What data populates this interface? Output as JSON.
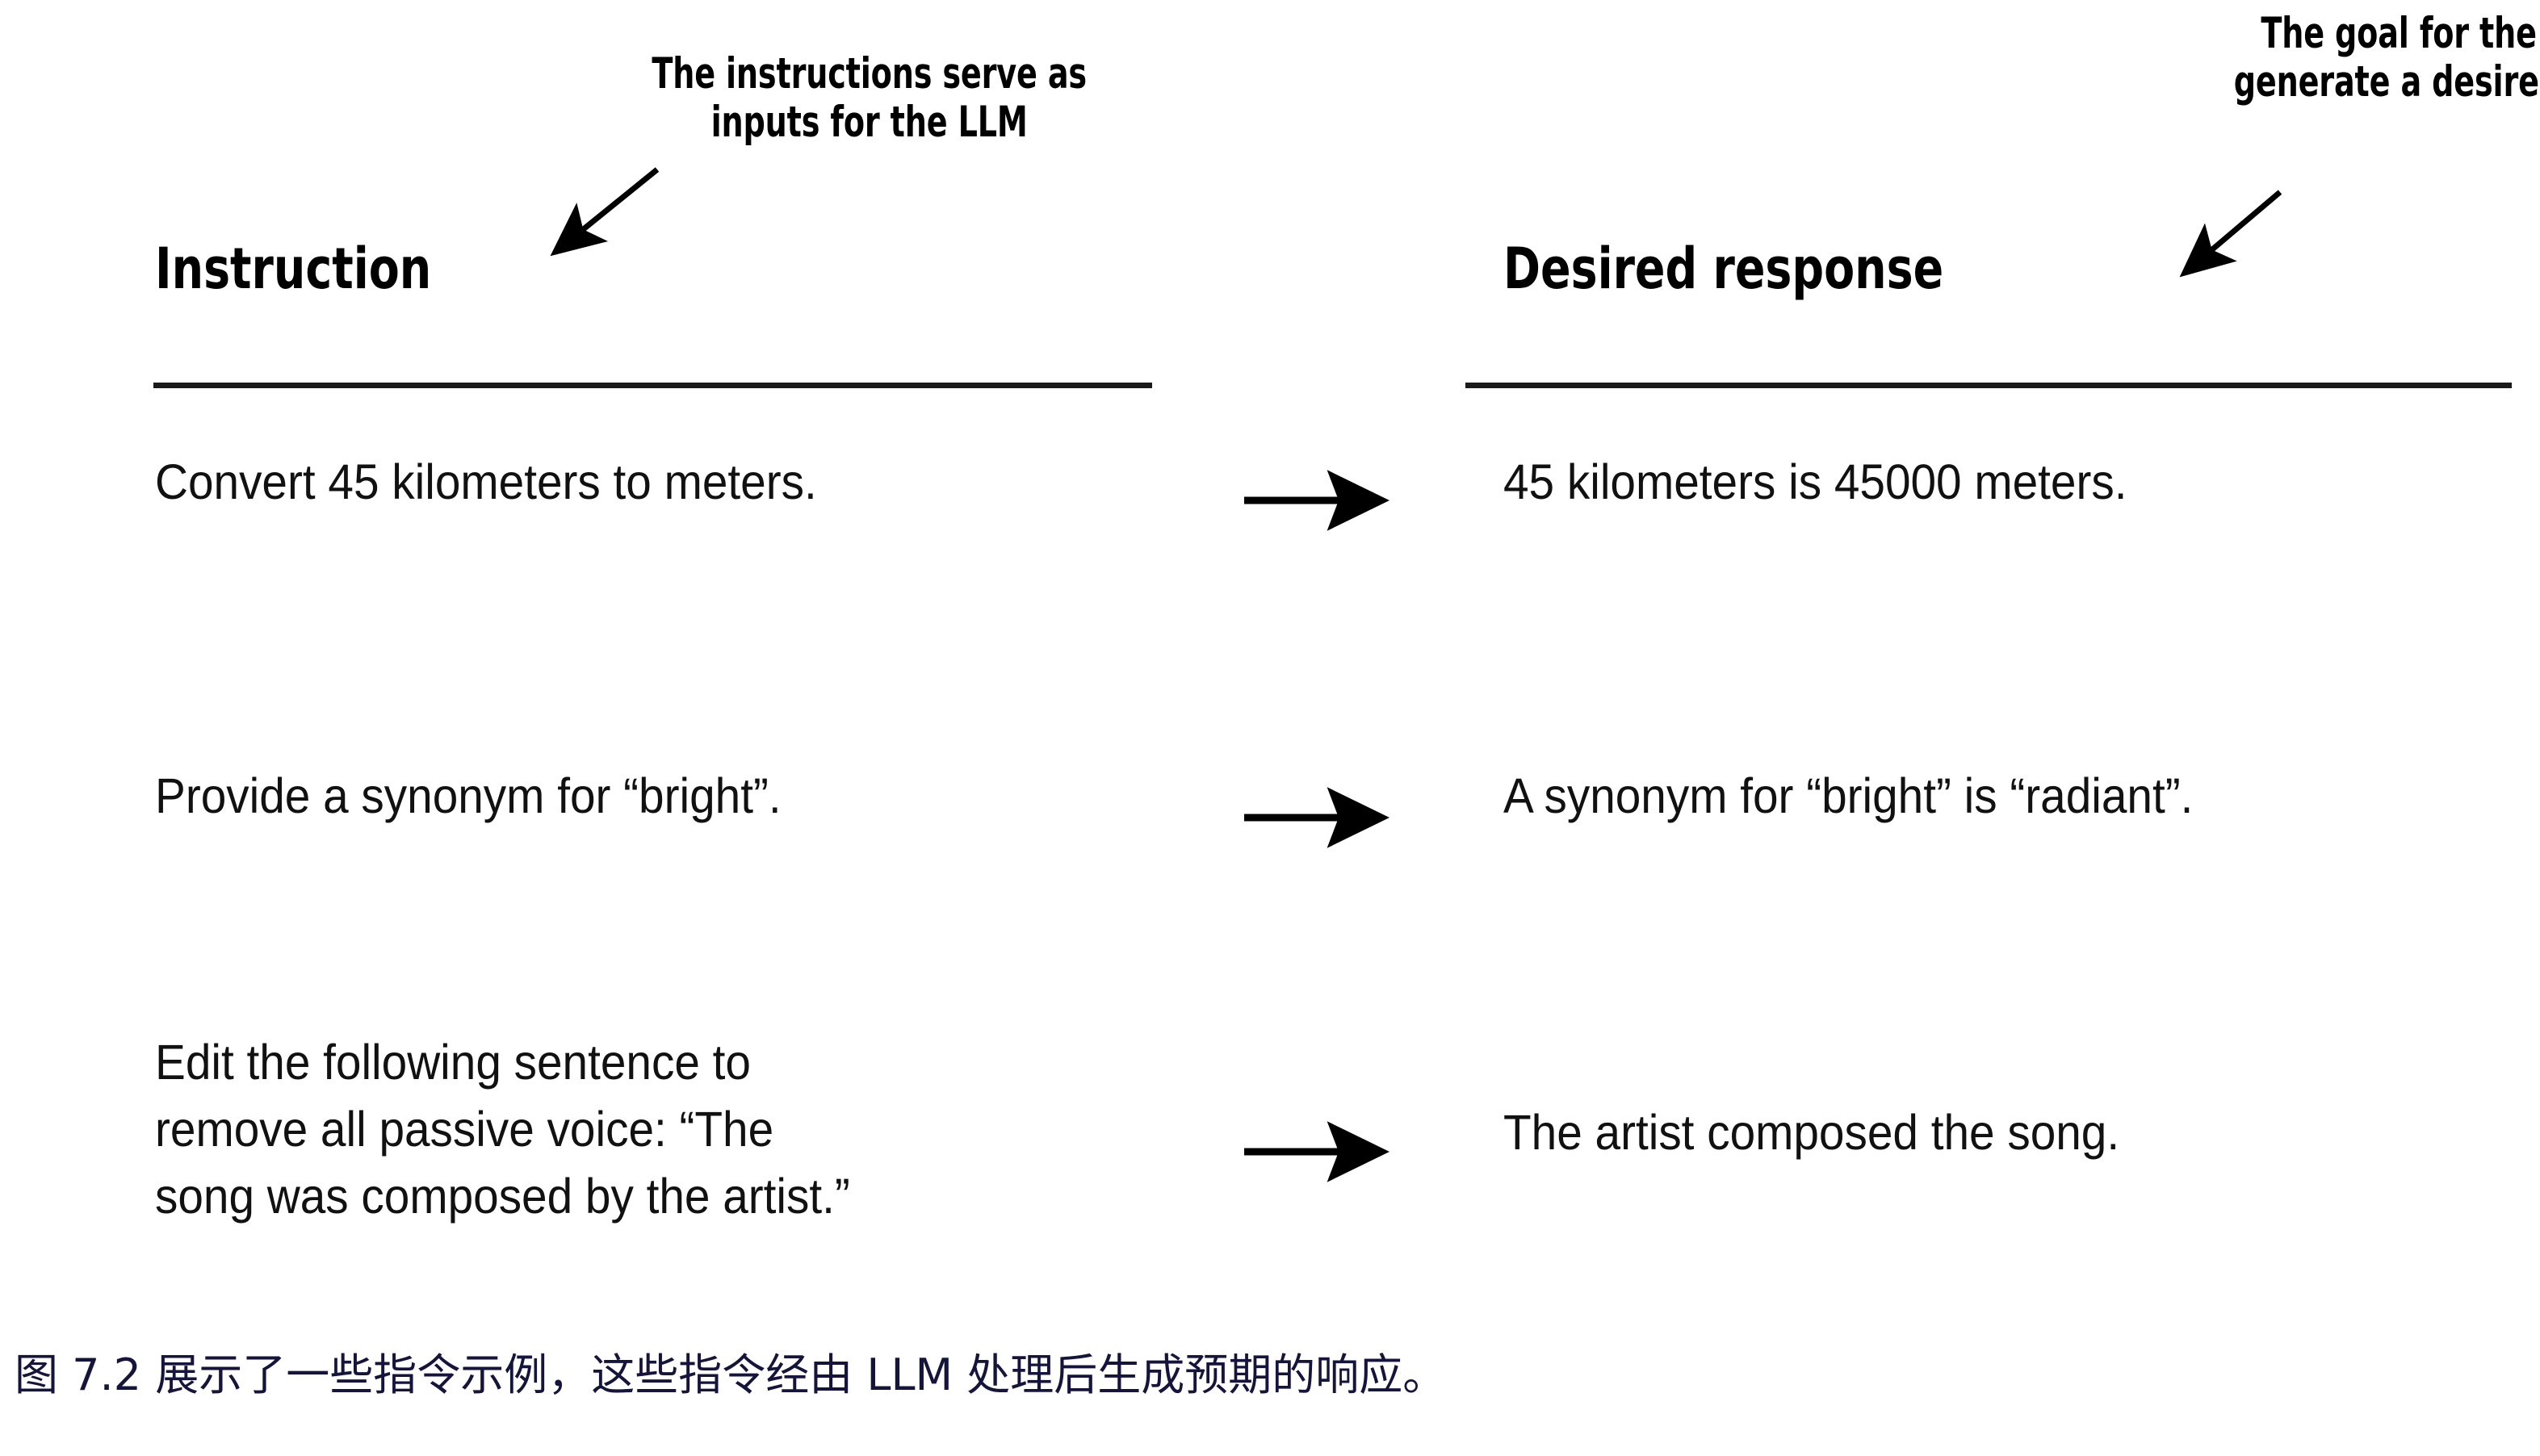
{
  "figure": {
    "annotations": {
      "left": {
        "name": "instruction-callout",
        "line1": "The instructions serve as",
        "line2": "inputs for the LLM"
      },
      "right": {
        "name": "response-callout",
        "line1": "The goal for the LLM is to",
        "line2": "generate a desired response"
      }
    },
    "columns": {
      "left_header": "Instruction",
      "right_header": "Desired response"
    },
    "rows": [
      {
        "instruction_lines": [
          "Convert 45 kilometers to meters."
        ],
        "arrow": "right-arrow",
        "response_lines": [
          "45 kilometers is 45000 meters."
        ]
      },
      {
        "instruction_lines": [
          "Provide a synonym for “bright”."
        ],
        "arrow": "right-arrow",
        "response_lines": [
          "A synonym for “bright” is “radiant”."
        ]
      },
      {
        "instruction_lines": [
          "Edit the following sentence to",
          "remove all passive voice: “The",
          "song was composed by the artist.”"
        ],
        "arrow": "right-arrow",
        "response_lines": [
          "The artist composed the song."
        ]
      }
    ],
    "caption": "图 7.2 展示了一些指令示例，这些指令经由 LLM 处理后生成预期的响应。",
    "colors": {
      "text": "#111111",
      "rule": "#1a1a1a",
      "caption": "#14143c",
      "background": "#ffffff"
    }
  }
}
